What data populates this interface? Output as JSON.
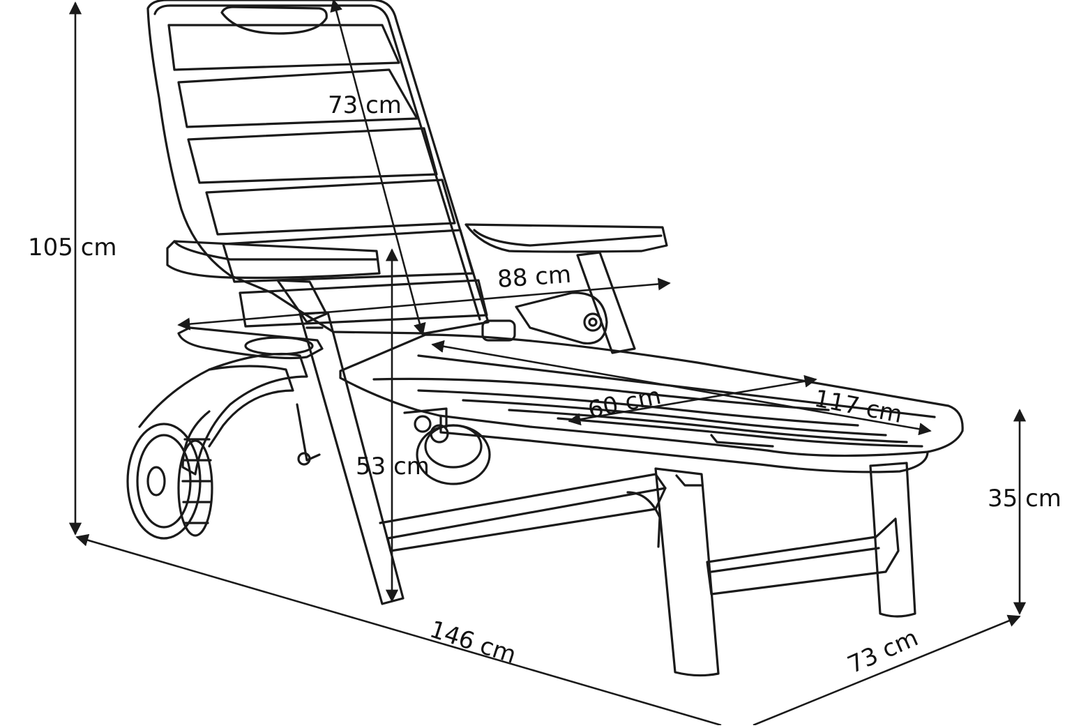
{
  "colors": {
    "line": "#1a1a1a",
    "background": "#ffffff"
  },
  "dimensions": {
    "overall_height": "105 cm",
    "backrest_length": "73 cm",
    "armrest_span": "88 cm",
    "seat_width": "60 cm",
    "seat_length": "117 cm",
    "seat_height_from_ground": "53 cm",
    "leg_height": "35 cm",
    "overall_length": "146 cm",
    "overall_width": "73 cm"
  }
}
